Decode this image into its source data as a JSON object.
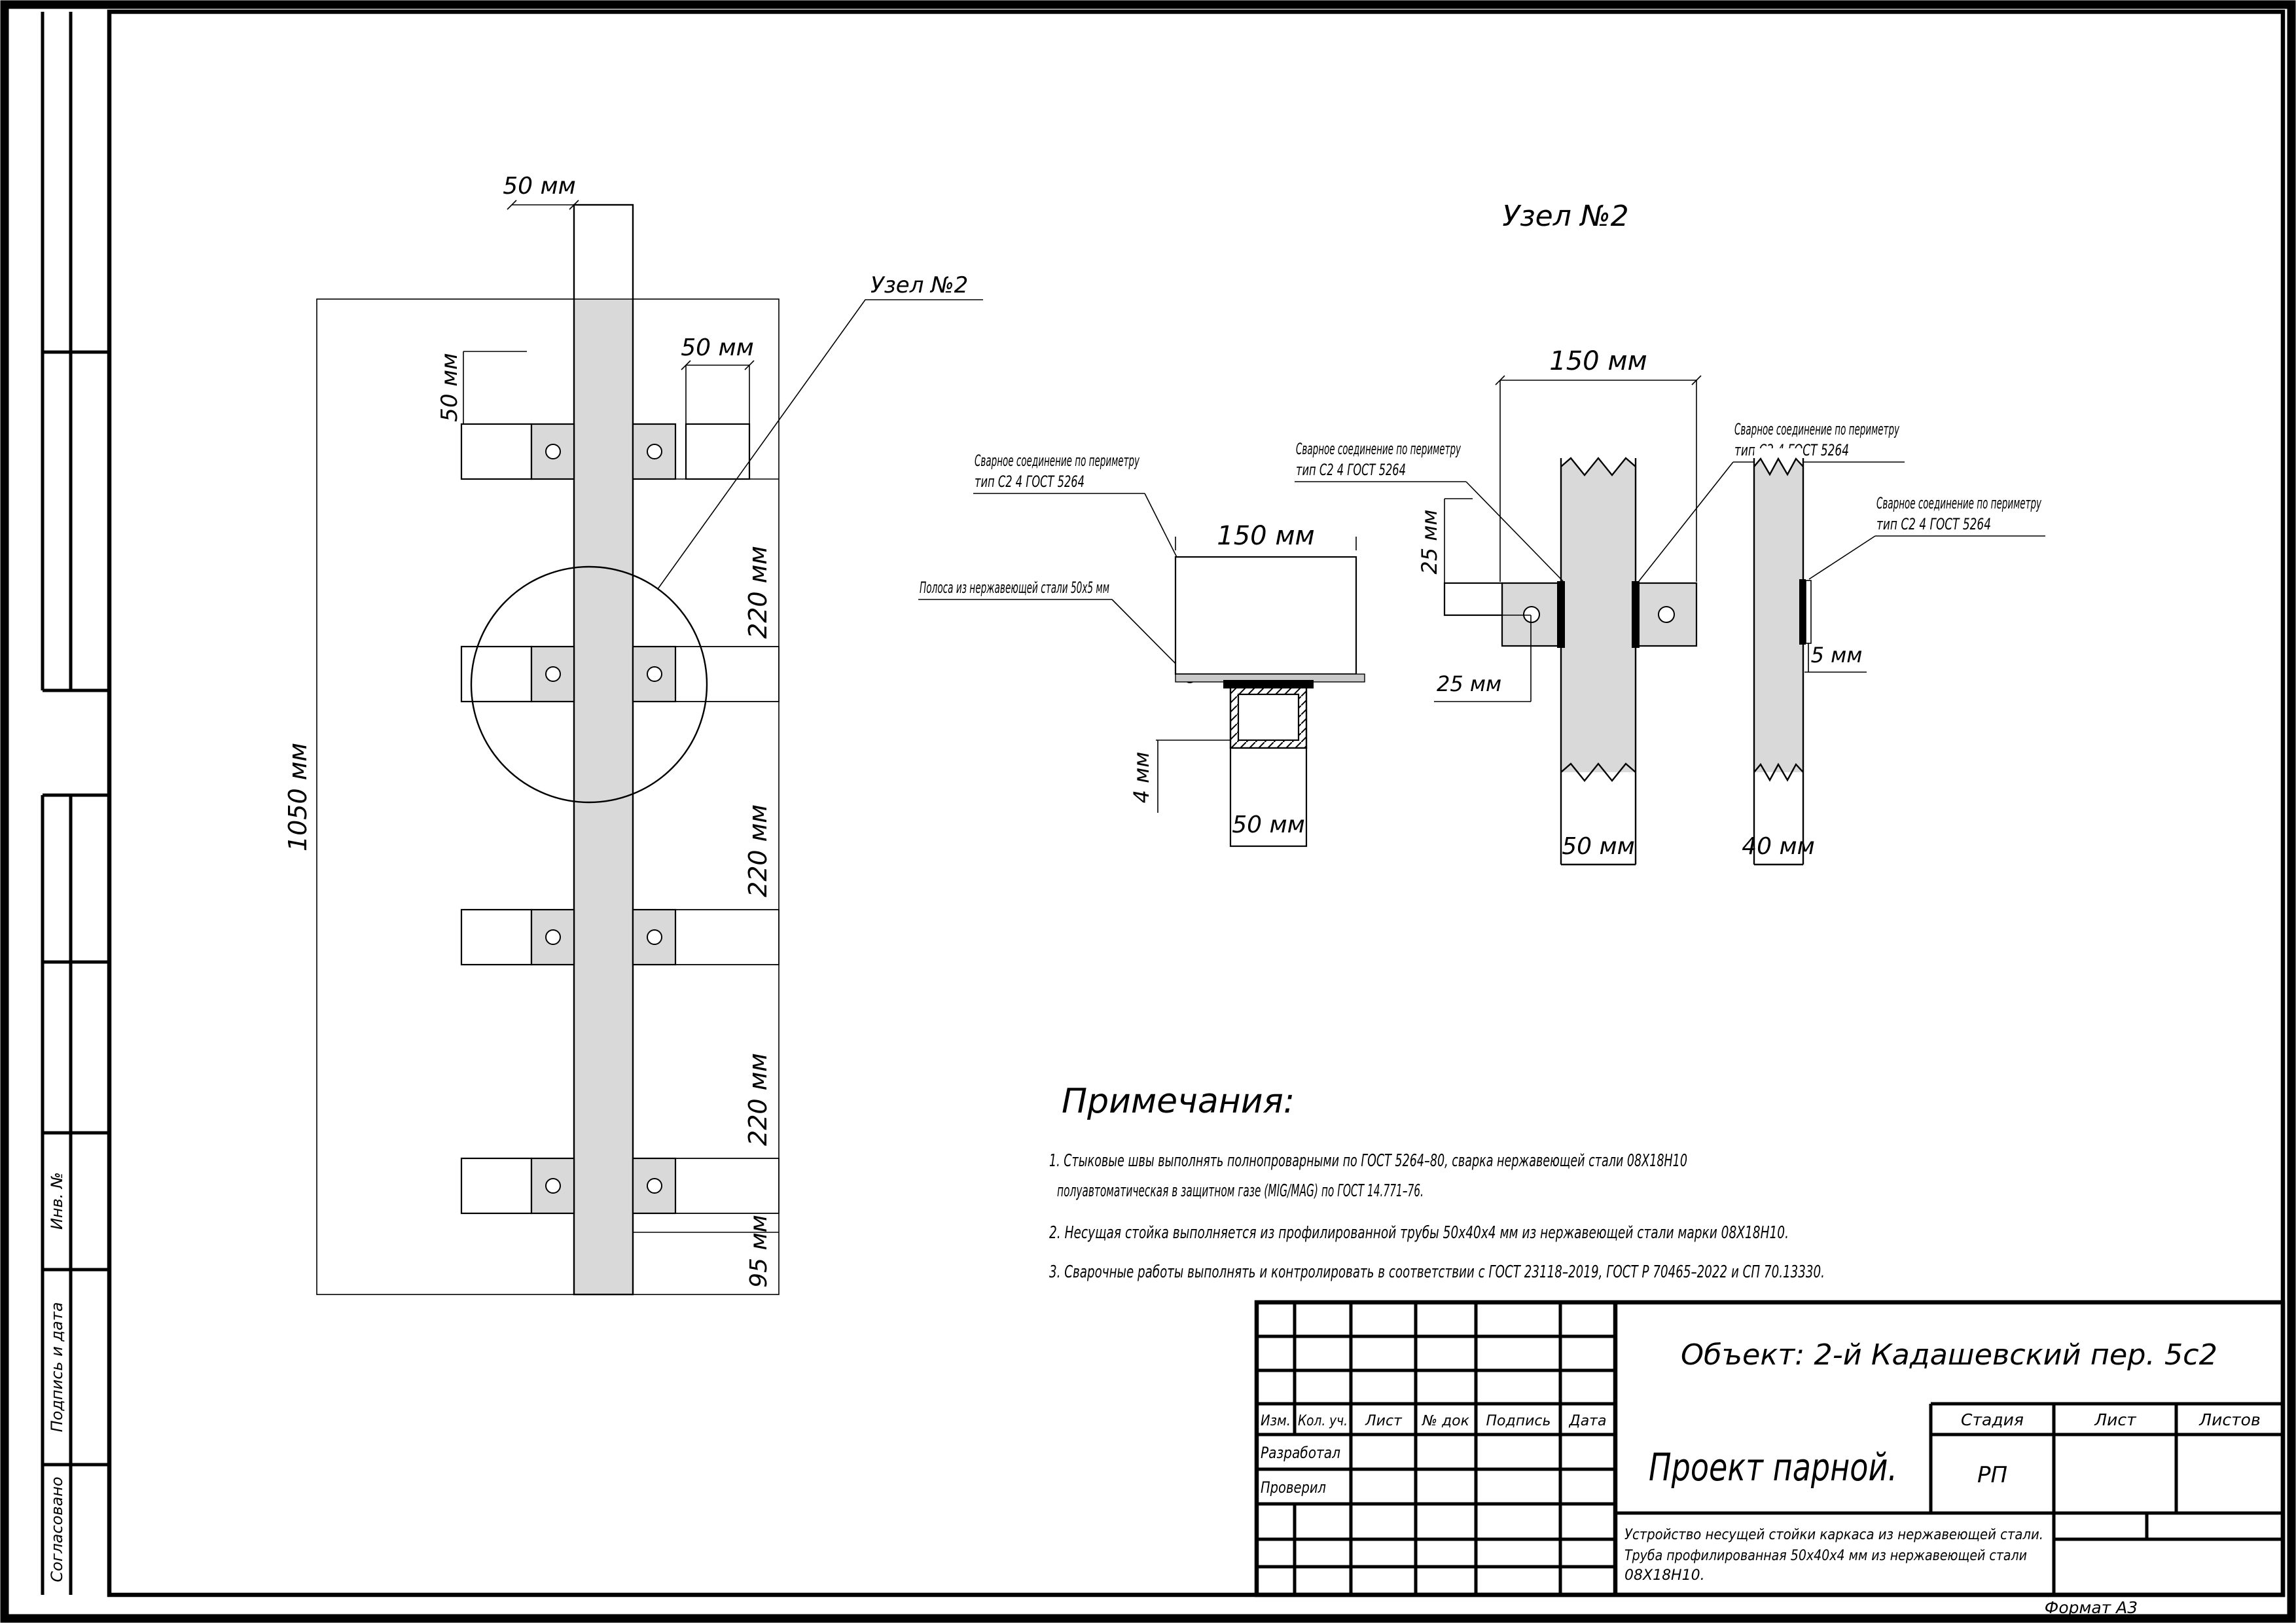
{
  "document": {
    "format_label": "Формат А3",
    "detail_title": "Узел №2"
  },
  "margin_column": {
    "labels": [
      "Инв. №",
      "Подпись и дата",
      "Согласовано"
    ]
  },
  "main_view": {
    "dim_top": "50 мм",
    "dim_bracket_left": "50 мм",
    "dim_bracket_right": "50 мм",
    "dim_height": "1050 мм",
    "dim_gap_1": "220 мм",
    "dim_gap_2": "220 мм",
    "dim_gap_3": "220 мм",
    "dim_bottom": "95 мм",
    "detail_callout": "Узел №2"
  },
  "detail1": {
    "weld_note_line1": "Сварное соединение по периметру",
    "weld_note_line2": "тип С2 4 ГОСТ 5264",
    "strip_note": "Полоса из нержавеющей стали 50х5 мм",
    "dim_width": "150 мм",
    "dim_tube": "50 мм",
    "dim_wall": "4 мм"
  },
  "detail2": {
    "dim_width": "150 мм",
    "dim_offset_top": "25 мм",
    "dim_offset_bottom": "25 мм",
    "dim_tube": "50 мм",
    "dim_side": "40 мм",
    "dim_plate": "5 мм",
    "weld_left_line1": "Сварное соединение по периметру",
    "weld_left_line2": "тип С2 4 ГОСТ 5264",
    "weld_right_line1": "Сварное соединение по периметру",
    "weld_right_line2": "тип С2 4  ГОСТ 5264",
    "weld_side_line1": "Сварное соединение по периметру",
    "weld_side_line2": "тип С2 4  ГОСТ 5264"
  },
  "notes": {
    "heading": "Примечания:",
    "n1a": "1. Стыковые швы выполнять полнопроварными по ГОСТ 5264–80, сварка нержавеющей стали 08Х18Н10",
    "n1b": "полуавтоматическая в защитном газе (MIG/MAG) по ГОСТ 14.771–76.",
    "n2": "2. Несущая стойка выполняется из профилированной трубы 50х40х4 мм из нержавеющей стали марки 08Х18Н10.",
    "n3": "3. Сварочные работы выполнять и контролировать в соответствии с ГОСТ 23118–2019, ГОСТ Р 70465–2022 и СП 70.13330."
  },
  "title_block": {
    "object_line": "Объект: 2-й Кадашевский пер. 5с2",
    "project": "Проект парной.",
    "stage_header": "Стадия",
    "sheet_header": "Лист",
    "sheets_header": "Листов",
    "stage_value": "РП",
    "col_izm": "Изм.",
    "col_kol": "Кол. уч.",
    "col_list": "Лист",
    "col_doc": "№ док",
    "col_sign": "Подпись",
    "col_date": "Дата",
    "row_developed": "Разработал",
    "row_checked": "Проверил",
    "descr_line1": "Устройство несущей стойки каркаса из нержавеющей стали.",
    "descr_line2": "Труба профилированная 50х40х4 мм из нержавеющей стали",
    "descr_line3": "08Х18Н10."
  }
}
